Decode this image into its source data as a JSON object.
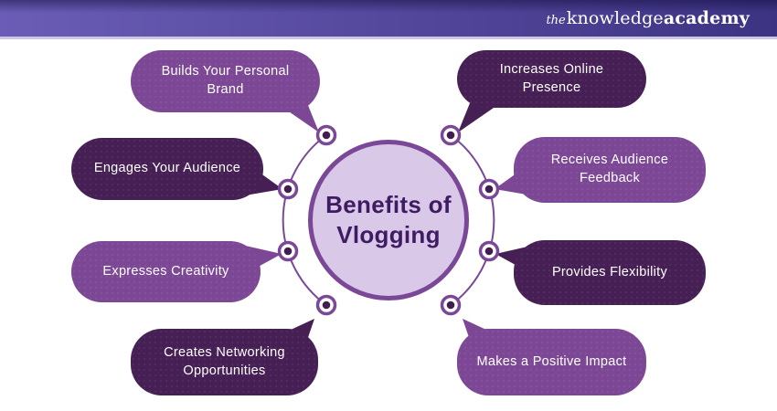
{
  "header": {
    "logo": {
      "the": "the",
      "knowledge": "knowledge",
      "academy": "academy"
    },
    "gradient_left": "#6b5db6",
    "gradient_right": "#3d3383"
  },
  "center": {
    "title_line1": "Benefits of",
    "title_line2": "Vlogging",
    "fill": "#d9c8e7",
    "border": "#7b4897",
    "text_color": "#3e1b63"
  },
  "colors": {
    "medium_purple": "#7c4795",
    "dark_purple": "#461f54",
    "ring": "#7b4897",
    "node_dot": "#441d50"
  },
  "bubbles": [
    {
      "id": "builds-personal-brand",
      "label": "Builds Your Personal Brand",
      "tone": "medium",
      "position": "top-left"
    },
    {
      "id": "increases-online-presence",
      "label": "Increases Online Presence",
      "tone": "dark",
      "position": "top-right"
    },
    {
      "id": "engages-audience",
      "label": "Engages Your Audience",
      "tone": "dark",
      "position": "upper-left"
    },
    {
      "id": "receives-feedback",
      "label": "Receives Audience Feedback",
      "tone": "medium",
      "position": "upper-right"
    },
    {
      "id": "expresses-creativity",
      "label": "Expresses Creativity",
      "tone": "medium",
      "position": "lower-left"
    },
    {
      "id": "provides-flexibility",
      "label": "Provides Flexibility",
      "tone": "dark",
      "position": "lower-right"
    },
    {
      "id": "creates-networking",
      "label": "Creates Networking Opportunities",
      "tone": "dark",
      "position": "bottom-left"
    },
    {
      "id": "makes-positive-impact",
      "label": "Makes a Positive Impact",
      "tone": "medium",
      "position": "bottom-right"
    }
  ]
}
